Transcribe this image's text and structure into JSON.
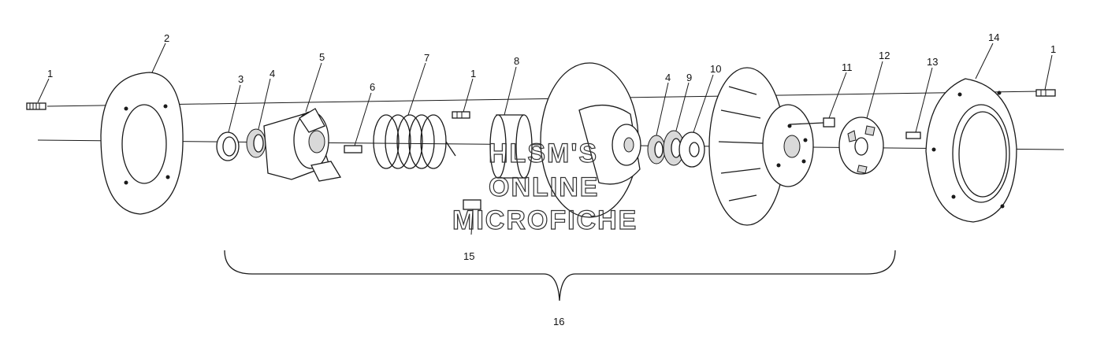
{
  "callouts": {
    "c1a": "1",
    "c2": "2",
    "c3": "3",
    "c4a": "4",
    "c5": "5",
    "c6": "6",
    "c7": "7",
    "c1b": "1",
    "c8": "8",
    "c4b": "4",
    "c9": "9",
    "c10": "10",
    "c11": "11",
    "c12": "12",
    "c13": "13",
    "c14": "14",
    "c1c": "1",
    "c15": "15",
    "c16": "16"
  },
  "watermark": {
    "line1": "HLSM'S",
    "line2": "ONLINE",
    "line3": "MICROFICHE"
  }
}
